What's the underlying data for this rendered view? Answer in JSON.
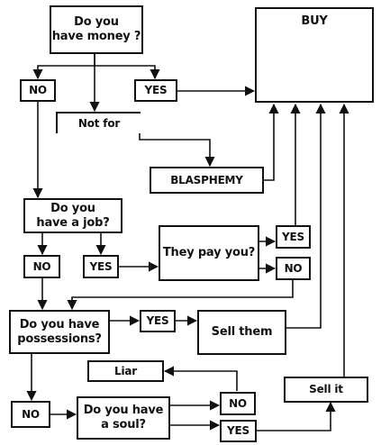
{
  "nodes": {
    "have_money": "Do you\nhave money ?",
    "buy": "BUY",
    "no_money": "NO",
    "yes_money": "YES",
    "not_for": "Not for",
    "blasphemy": "BLASPHEMY",
    "have_job": "Do you\nhave a job?",
    "no_job": "NO",
    "yes_job": "YES",
    "they_pay": "They pay you?",
    "pay_yes": "YES",
    "pay_no": "NO",
    "possessions": "Do you have\npossessions?",
    "poss_yes": "YES",
    "sell_them": "Sell them",
    "liar": "Liar",
    "sell_it": "Sell it",
    "no_poss": "NO",
    "soul": "Do you have\na soul?",
    "soul_no": "NO",
    "soul_yes": "YES"
  }
}
